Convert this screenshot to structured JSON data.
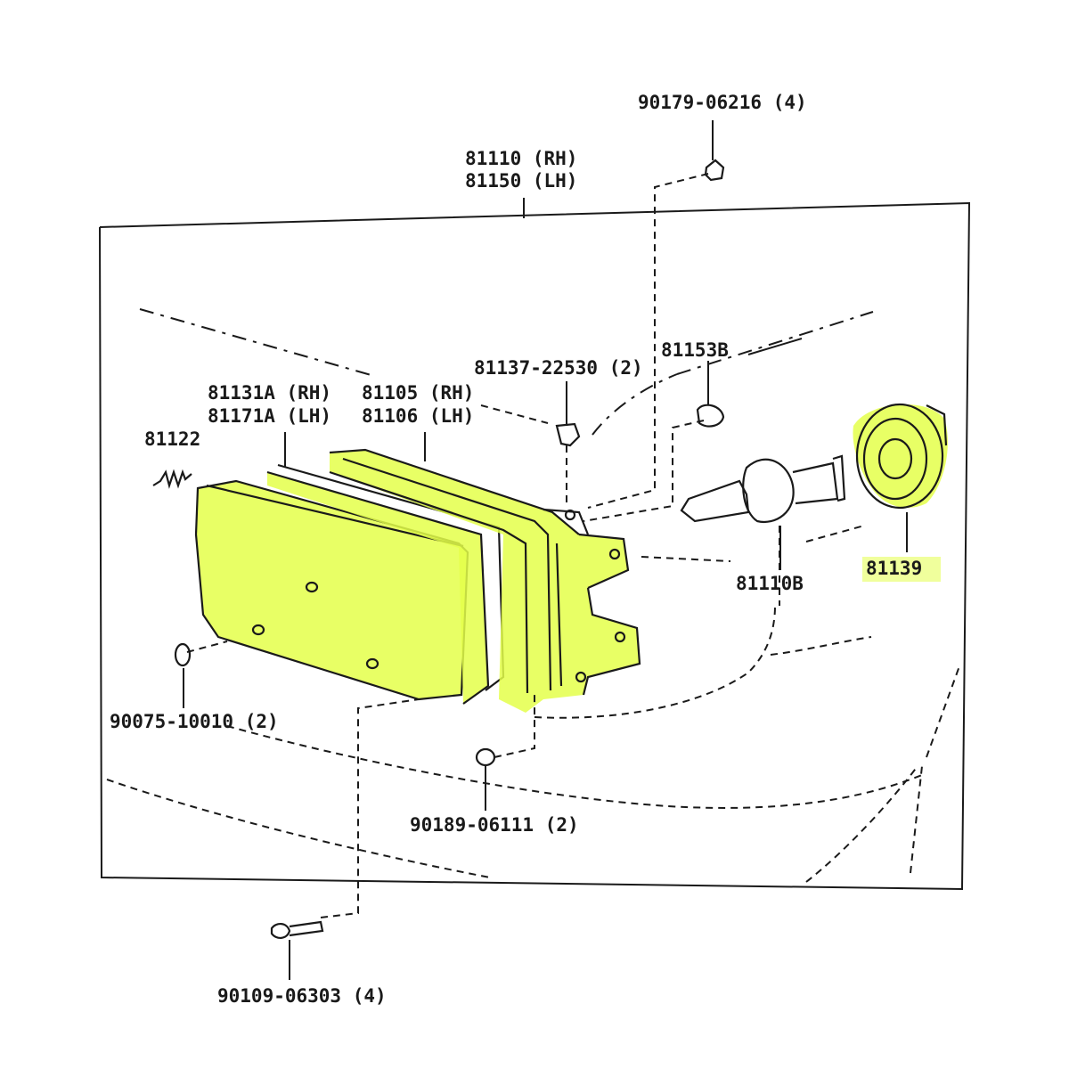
{
  "colors": {
    "highlight": "#e4ff4a",
    "ink": "#1a1a1a",
    "paper": "#ffffff"
  },
  "labels": {
    "assembly_rh": "81110 (RH)",
    "assembly_lh": "81150 (LH)",
    "screw_top": "90179-06216 (4)",
    "bracket_81153b": "81153B",
    "clip_81137": "81137-22530 (2)",
    "lens_rh": "81131A (RH)",
    "lens_lh": "81171A (LH)",
    "housing_rh": "81105 (RH)",
    "housing_lh": "81106 (LH)",
    "spring_81122": "81122",
    "bulb_81110b": "81110B",
    "cap_81139": "81139",
    "washer_90075": "90075-10010 (2)",
    "nut_90189": "90189-06111 (2)",
    "bolt_90109": "90109-06303 (4)"
  }
}
